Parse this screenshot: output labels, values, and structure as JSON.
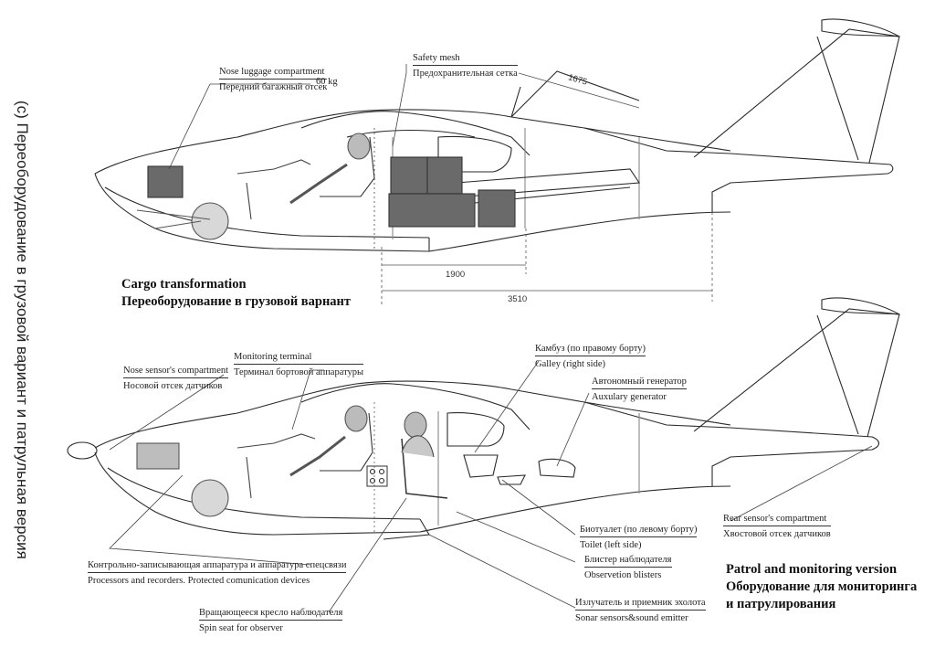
{
  "side_caption": "(с) Переоборудование в грузовой вариант и патрульная версия",
  "cargo": {
    "title_en": "Cargo transformation",
    "title_ru": "Переоборудование в грузовой варнант",
    "labels": {
      "nose_luggage_en": "Nose luggage compartment",
      "nose_luggage_weight": "60 kg",
      "nose_luggage_ru": "Передний багажный отсек",
      "safety_mesh_en": "Safety  mesh",
      "safety_mesh_ru": "Предохранительная сетка"
    },
    "dimensions": {
      "d1675": "1675",
      "d1900": "1900",
      "d3510": "3510"
    }
  },
  "patrol": {
    "title_en": "Patrol and monitoring version",
    "title_ru_1": "Оборудование для мониторинга",
    "title_ru_2": "и патрулирования",
    "labels": {
      "monitoring_terminal_en": "Monitoring terminal",
      "monitoring_terminal_ru": "Терминал бортовой аппаратуры",
      "nose_sensor_en": "Nose sensor's compartment",
      "nose_sensor_ru": "Носовой отсек датчиков",
      "galley_ru": "Камбуз (по правому борту)",
      "galley_en": "Galley (right side)",
      "aux_gen_ru": "Автономный генератор",
      "aux_gen_en": "Auxulary generator",
      "rear_sensor_en": "Rear sensor's compartment",
      "rear_sensor_ru": "Хвостовой отсек датчиков",
      "toilet_ru": "Биотуалет (по левому борту)",
      "toilet_en": "Toilet (left side)",
      "blister_ru": "Блистер наблюдателя",
      "blister_en": "Observetion blisters",
      "processors_ru": "Контрольно-записывающая аппаратура и аппаратура спецсвязи",
      "processors_en": "Processors and recorders. Protected comunication devices",
      "sonar_ru": "Излучатель и приемник эхолота",
      "sonar_en": "Sonar sensors&sound emitter",
      "spin_seat_ru": "Вращающееся кресло наблюдателя",
      "spin_seat_en": "Spin seat for observer"
    }
  }
}
